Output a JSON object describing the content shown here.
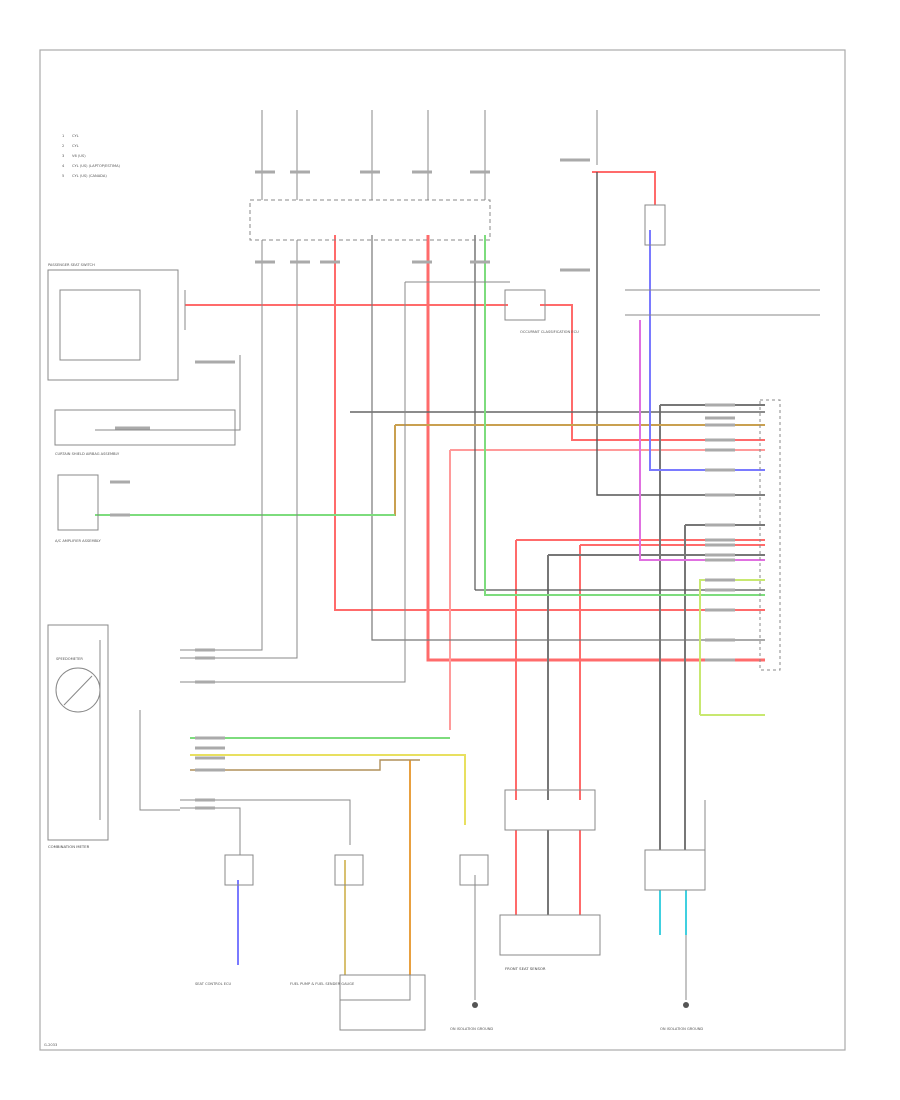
{
  "legend": [
    {
      "num": "1",
      "text": "CYL"
    },
    {
      "num": "2",
      "text": "CYL"
    },
    {
      "num": "3",
      "text": "V6 (US)"
    },
    {
      "num": "4",
      "text": "CYL (US) (LAPTOP/ESTIMA)"
    },
    {
      "num": "5",
      "text": "CYL (US) (CANADA)"
    }
  ],
  "components": {
    "combination_meter": "COMBINATION METER",
    "curtain_shield_airbag_assembly": "CURTAIN SHIELD AIRBAG ASSEMBLY",
    "fuel_pump": "FUEL PUMP & FUEL SENDER GAUGE",
    "occupant_classification_ecu": "OCCUPANT CLASSIFICATION ECU",
    "front_seat_sensor": "FRONT SEAT SENSOR",
    "ac_amplifier": "A/C AMPLIFIER ASSEMBLY",
    "passenger_seat_switch": "PASSENGER SEAT SWITCH",
    "speedometer": "SPEEDOMETER",
    "seat_control_ecu": "SEAT CONTROL ECU",
    "ground_left": "ON ISOLATION GROUND",
    "ground_right": "ON ISOLATION GROUND",
    "fuse_label": "G-2033"
  },
  "wire_colors": {
    "red": "#ff6b6b",
    "pink": "#ff9a9a",
    "green": "#7ddc7d",
    "blue": "#7a7aff",
    "orange": "#e8a040",
    "yellow": "#e8e060",
    "violet": "#e070e0",
    "cyan": "#40d0e0",
    "gray": "#888888",
    "dark_gray": "#555555"
  }
}
